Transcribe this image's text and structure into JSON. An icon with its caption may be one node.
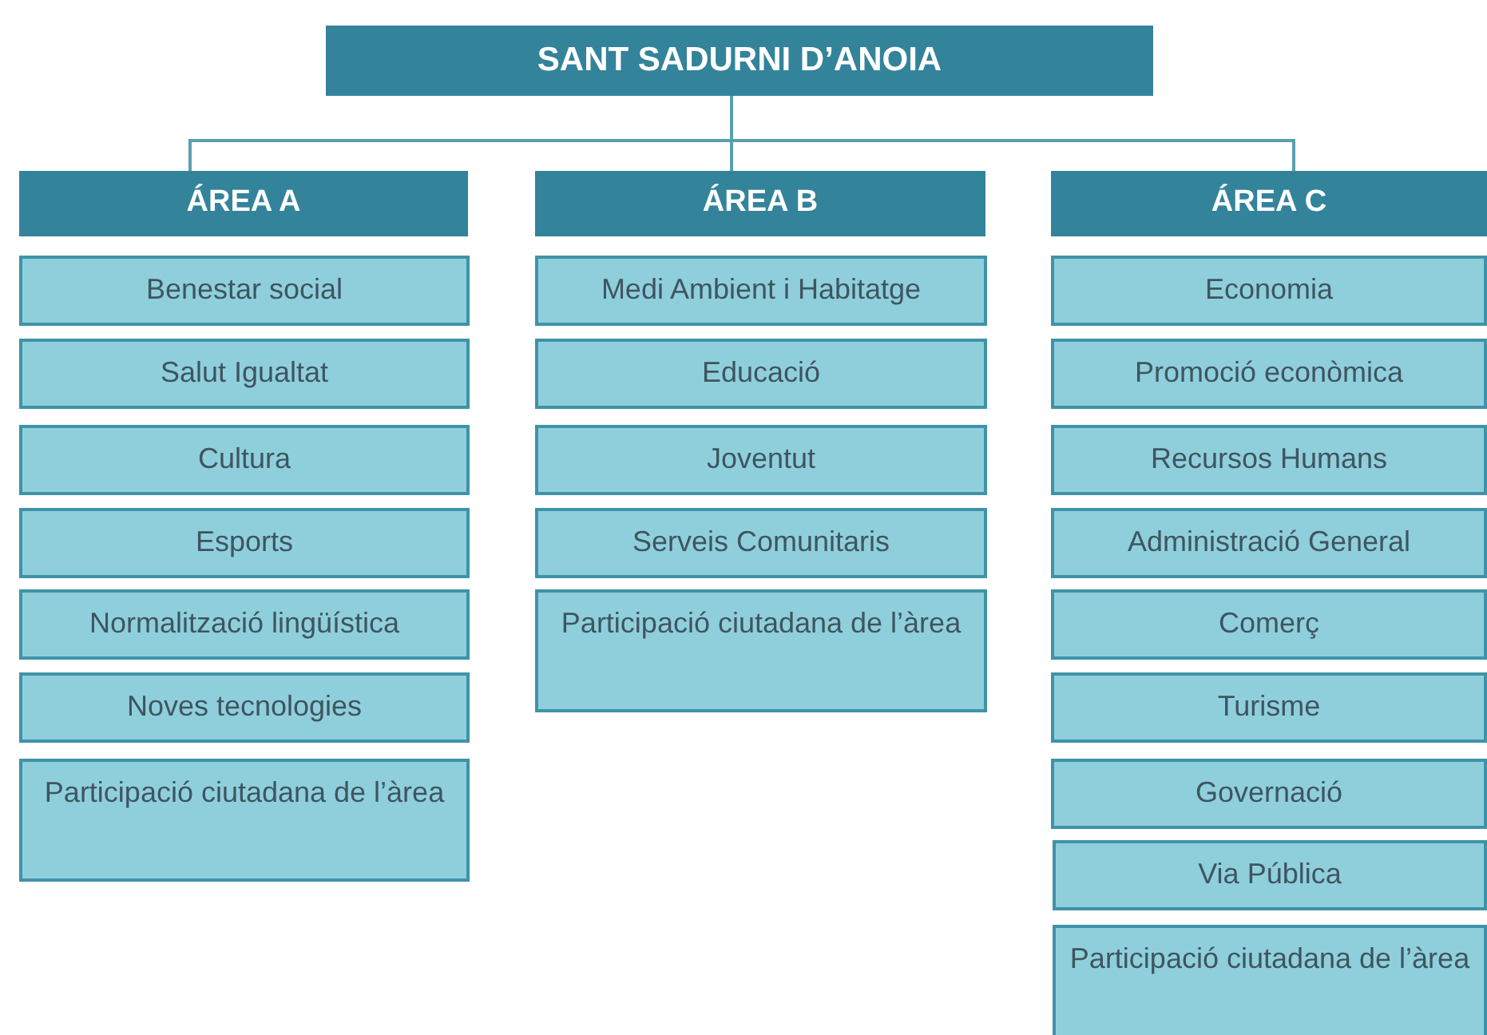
{
  "diagram": {
    "nodes": [
      {
        "text": [
          "SANT SADURNI D’ANOIA"
        ]
      },
      {
        "text": [
          "ÁREA A"
        ]
      },
      {
        "text": [
          "Benestar social"
        ]
      },
      {
        "text": [
          "Salut Igualtat"
        ]
      },
      {
        "text": [
          "Cultura"
        ]
      },
      {
        "text": [
          "Esports"
        ]
      },
      {
        "text": [
          "Normalització lingüística"
        ]
      },
      {
        "text": [
          "Noves tecnologies"
        ]
      },
      {
        "text": [
          "Participació ciutadana de l’àrea"
        ]
      },
      {
        "text": [
          "ÁREA B"
        ]
      },
      {
        "text": [
          "Medi Ambient i Habitatge"
        ]
      },
      {
        "text": [
          "Educació"
        ]
      },
      {
        "text": [
          "Joventut"
        ]
      },
      {
        "text": [
          "Serveis Comunitaris"
        ]
      },
      {
        "text": [
          "Participació ciutadana de l’àrea"
        ]
      },
      {
        "text": [
          "ÁREA C"
        ]
      },
      {
        "text": [
          "Economia"
        ]
      },
      {
        "text": [
          "Promoció econòmica"
        ]
      },
      {
        "text": [
          "Recursos Humans"
        ]
      },
      {
        "text": [
          "Administració General"
        ]
      },
      {
        "text": [
          "Comerç"
        ]
      },
      {
        "text": [
          "Turisme"
        ]
      },
      {
        "text": [
          "Governació"
        ]
      },
      {
        "text": [
          "Via Pública"
        ]
      },
      {
        "text": [
          "Participació ciutadana de l’àrea"
        ]
      }
    ],
    "edges": [
      {
        "from": 0,
        "to": 1,
        "arrow": "none"
      },
      {
        "from": 0,
        "to": 9,
        "arrow": "none"
      },
      {
        "from": 0,
        "to": 15,
        "arrow": "none"
      }
    ]
  }
}
